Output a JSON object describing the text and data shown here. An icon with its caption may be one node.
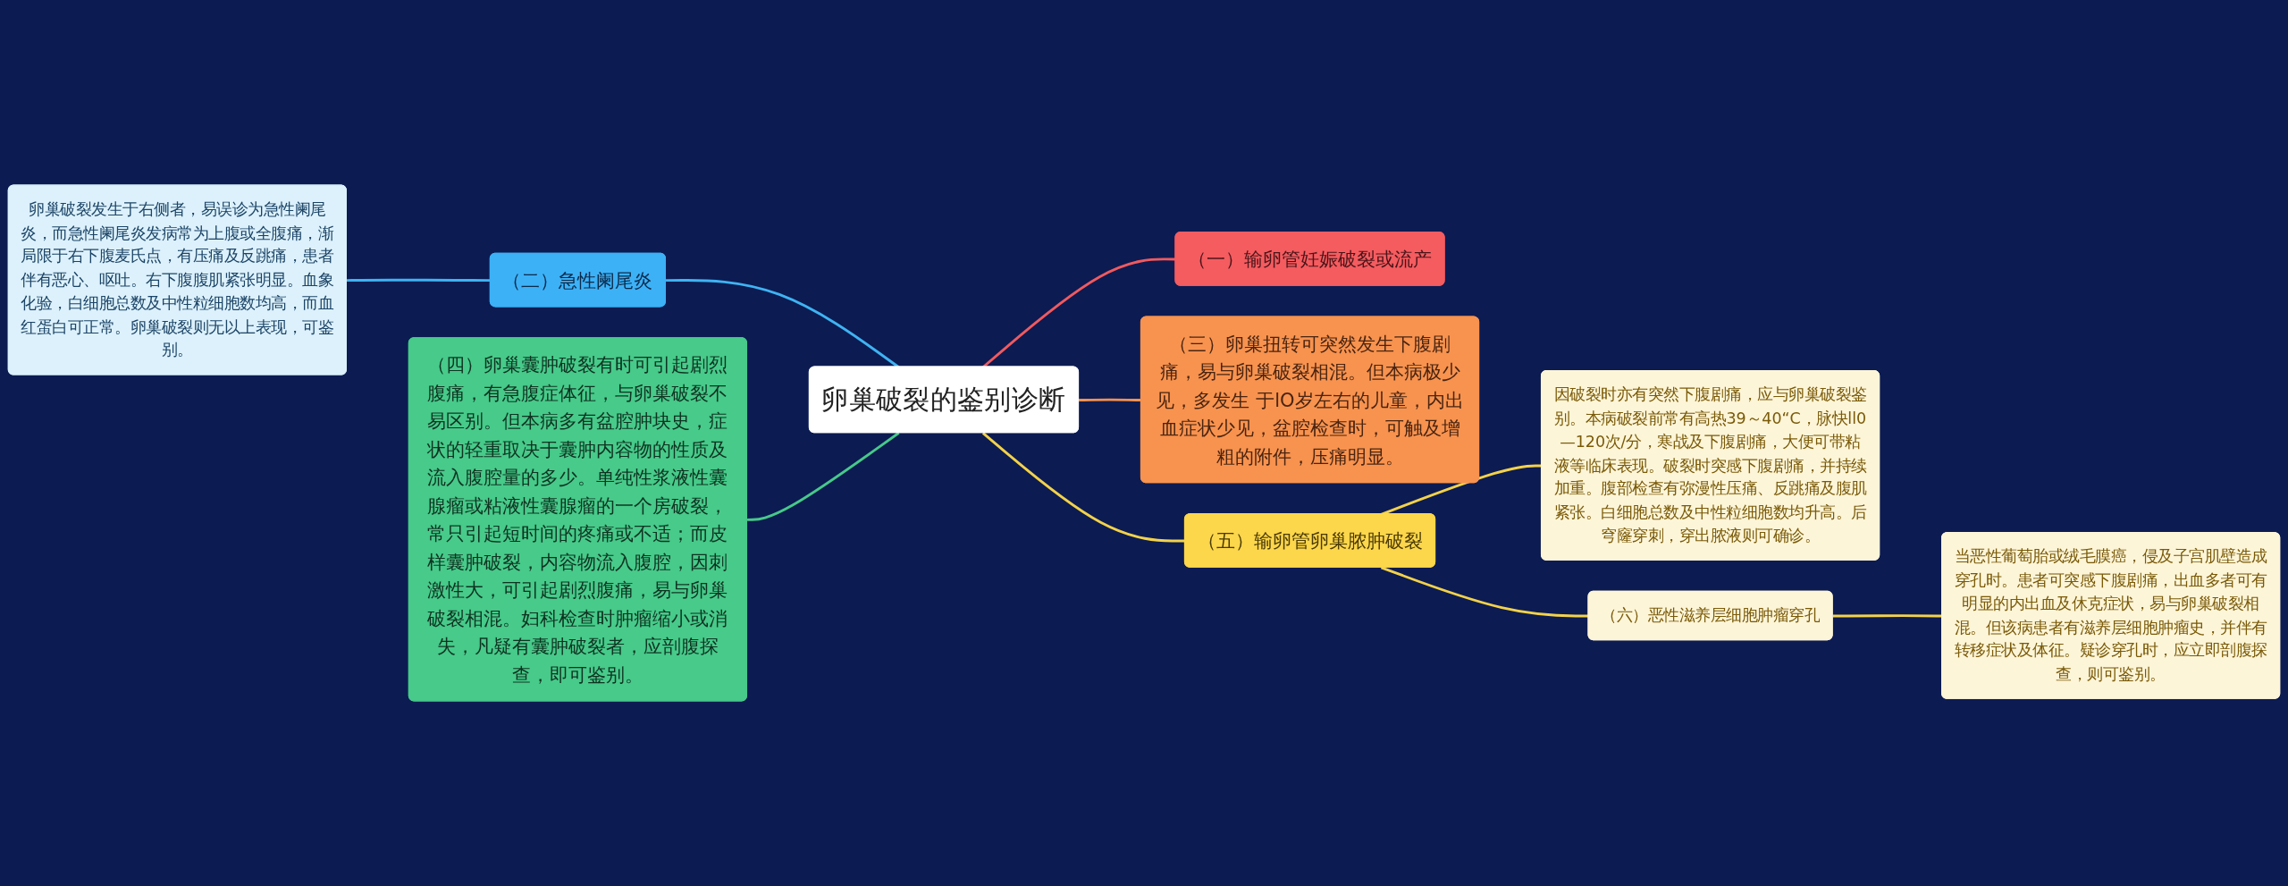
{
  "diagram": {
    "nodes": [
      {
        "text": [
          "卵巢破裂的鉴别诊断"
        ]
      },
      {
        "text": [
          "（一）输卵管妊娠破裂或流产"
        ]
      },
      {
        "text": [
          "（三）卵巢扭转可突然发生下腹剧痛，易与卵巢破裂相混。但本病极少见，多发生 于lO岁左右的儿童，内出血症状少见，盆腔检查时，可触及增粗的附件，压痛明显。"
        ]
      },
      {
        "text": [
          "（五）输卵管卵巢脓肿破裂"
        ]
      },
      {
        "text": [
          "因破裂时亦有突然下腹剧痛，应与卵巢破裂鉴别。本病破裂前常有高热39～40“C，脉快ll0—120次/分，寒战及下腹剧痛，大便可带粘液等临床表现。破裂时突感下腹剧痛，并持续加重。腹部检查有弥漫性压痛、反跳痛及腹肌紧张。白细胞总数及中性粒细胞数均升高。后穹窿穿刺，穿出脓液则可确诊。"
        ]
      },
      {
        "text": [
          "（六）恶性滋养层细胞肿瘤穿孔"
        ]
      },
      {
        "text": [
          "当恶性葡萄胎或绒毛膜癌，侵及子宫肌壁造成穿孔时。患者可突感下腹剧痛，出血多者可有明显的内出血及休克症状，易与卵巢破裂相混。但该病患者有滋养层细胞肿瘤史，并伴有转移症状及体征。疑诊穿孔时，应立即剖腹探查，则可鉴别。"
        ]
      },
      {
        "text": [
          "（二）急性阑尾炎"
        ]
      },
      {
        "text": [
          "卵巢破裂发生于右侧者，易误诊为急性阑尾炎，而急性阑尾炎发病常为上腹或全腹痛，渐局限于右下腹麦氏点，有压痛及反跳痛，患者伴有恶心、呕吐。右下腹腹肌紧张明显。血象化验，白细胞总数及中性粒细胞数均高，而血红蛋白可正常。卵巢破裂则无以上表现，可鉴别。"
        ]
      },
      {
        "text": [
          "（四）卵巢囊肿破裂有时可引起剧烈腹痛，有急腹症体征，与卵巢破裂不易区别。但本病多有盆腔肿块史，症状的轻重取决于囊肿内容物的性质及流入腹腔量的多少。单纯性浆液性囊腺瘤或粘液性囊腺瘤的一个房破裂，常只引起短时间的疼痛或不适；而皮样囊肿破裂，内容物流入腹腔，因刺激性大，可引起剧烈腹痛，易与卵巢破裂相混。妇科检查时肿瘤缩小或消失，凡疑有囊肿破裂者，应剖腹探查，即可鉴别。"
        ]
      }
    ],
    "edges": [
      {
        "from": 0,
        "to": 1,
        "arrow": "none",
        "color": "#f05a5f"
      },
      {
        "from": 0,
        "to": 2,
        "arrow": "none",
        "color": "#f6924f"
      },
      {
        "from": 0,
        "to": 3,
        "arrow": "none"
      },
      {
        "from": 3,
        "to": 4,
        "arrow": "none"
      },
      {
        "from": 3,
        "to": 5,
        "arrow": "none"
      },
      {
        "from": 5,
        "to": 6,
        "arrow": "none"
      },
      {
        "from": 7,
        "to": 0,
        "arrow": "none",
        "color": "#3fb3f2"
      },
      {
        "from": 8,
        "to": 7,
        "arrow": "none",
        "color": "#3fb3f2"
      },
      {
        "from": 9,
        "to": 0,
        "arrow": "none",
        "color": "#47c98a"
      }
    ]
  }
}
